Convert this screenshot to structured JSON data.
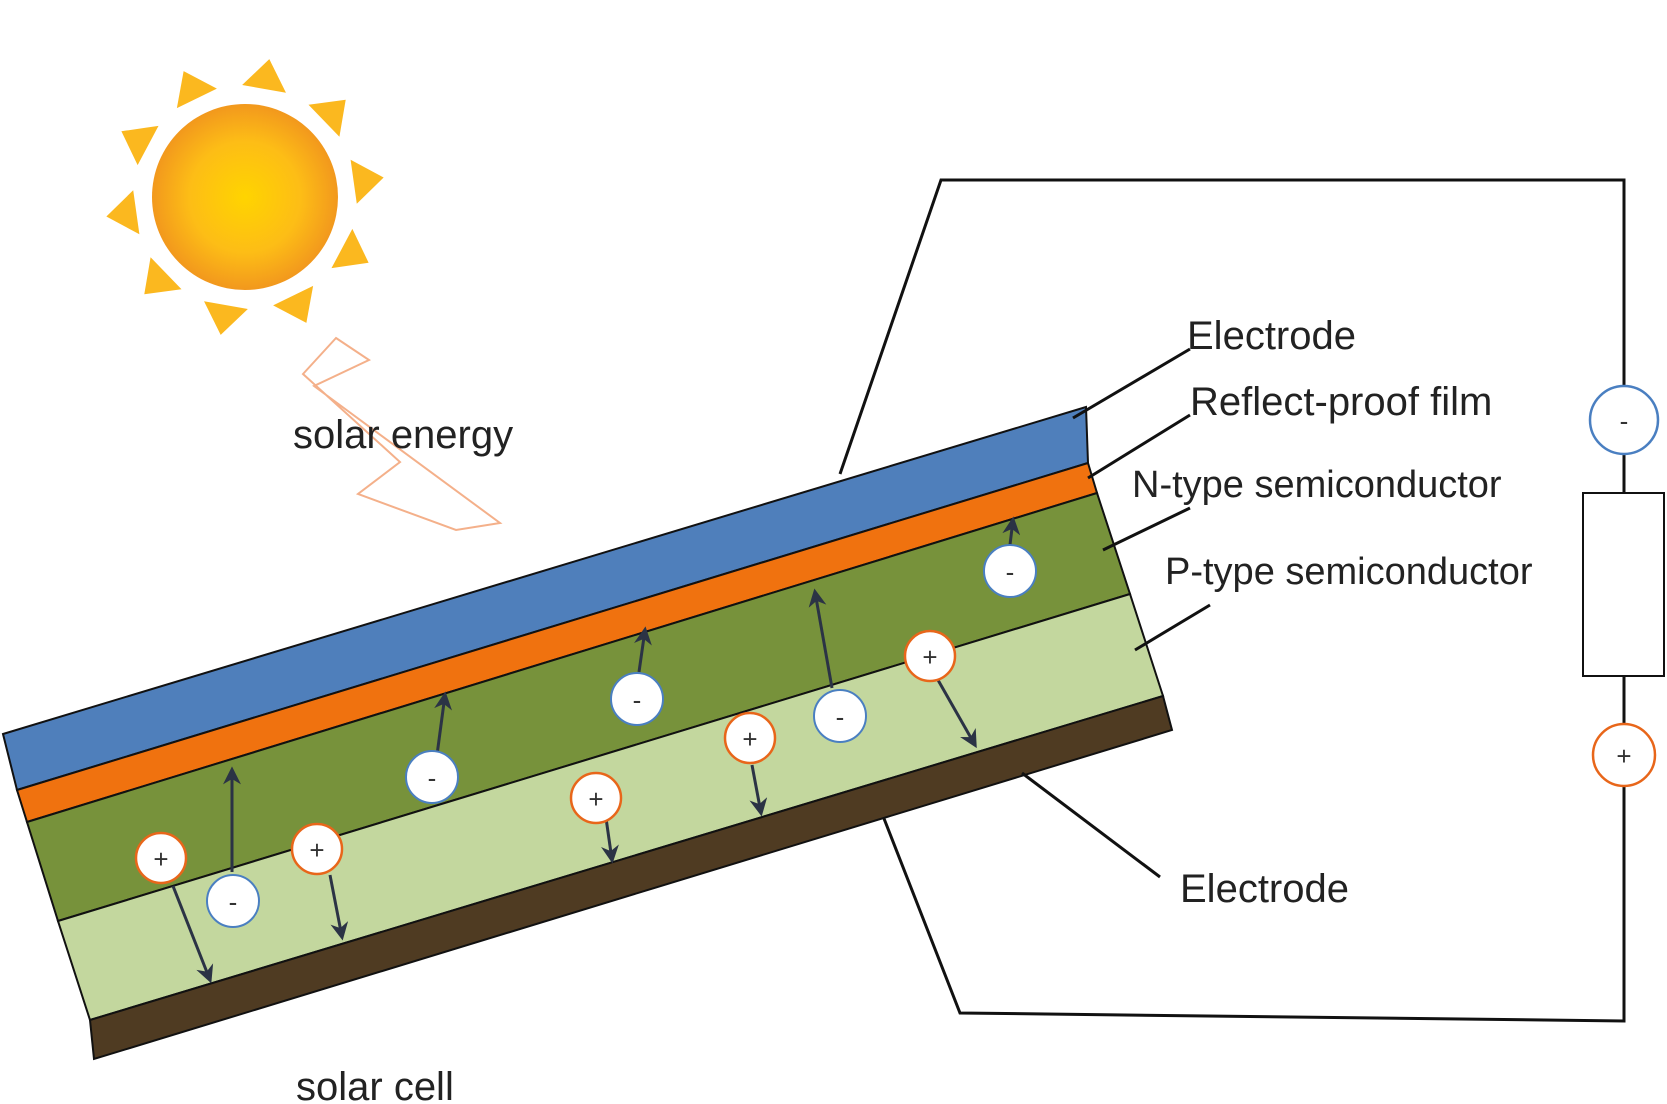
{
  "labels": {
    "solar_energy": "solar energy",
    "solar_cell": "solar cell",
    "electrode_top": "Electrode",
    "reflect_proof_film": "Reflect-proof film",
    "n_type": "N-type semiconductor",
    "p_type": "P-type semiconductor",
    "electrode_bottom": "Electrode"
  },
  "charges": {
    "electron_symbol": "-",
    "hole_symbol": "+"
  },
  "colors": {
    "electrode_top": "#4f7fbb",
    "reflect_proof_film": "#f0720f",
    "n_type": "#77923b",
    "p_type": "#c3d79e",
    "electrode_bottom": "#4f3b22",
    "electron_ring": "#4a7fc1",
    "hole_ring": "#e8661a",
    "sun_core": "#ffc400",
    "sun_edge": "#f29a1a",
    "sun_ray": "#fbb81f",
    "arrow_outline": "#f4b08a"
  },
  "icons": {
    "sun": "sun-icon",
    "incoming_light": "light-arrow-icon",
    "load": "resistor-icon"
  }
}
